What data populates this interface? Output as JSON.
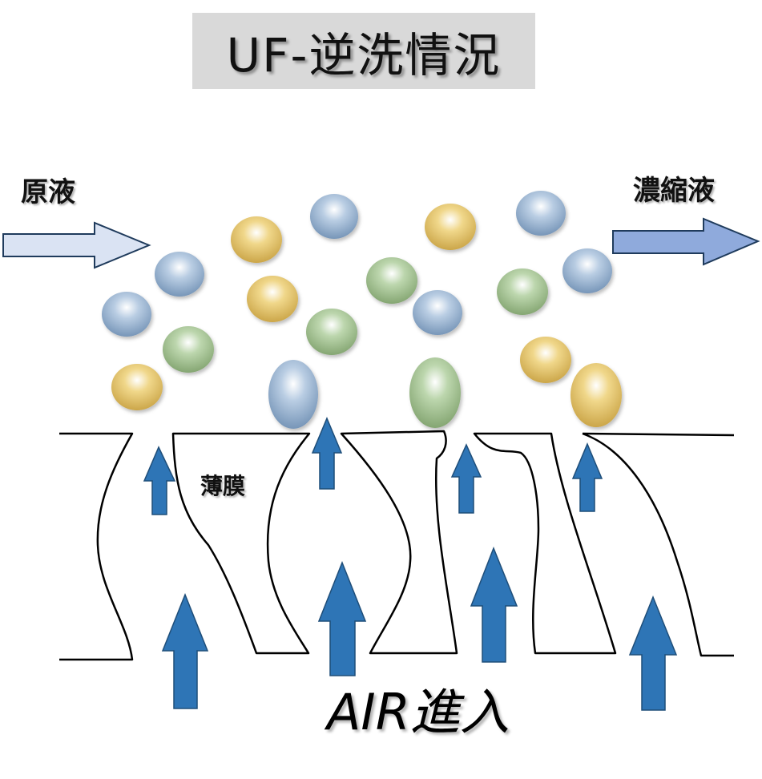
{
  "title": "UF-逆洗情況",
  "labels": {
    "feed": "原液",
    "concentrate": "濃縮液",
    "membrane": "薄膜",
    "air_in": "AIR進入"
  },
  "colors": {
    "title_background": "#d9d9d9",
    "arrow_blue": "#2e75b6",
    "arrow_outline": "#1f4e79",
    "feed_arrow": "#dae3f3",
    "concentrate_arrow": "#8faadc",
    "particle_blue": "#9ab7d6",
    "particle_gold": "#e8c96a",
    "particle_green": "#a9c89a"
  },
  "particle_types": [
    "blue",
    "gold",
    "green"
  ]
}
